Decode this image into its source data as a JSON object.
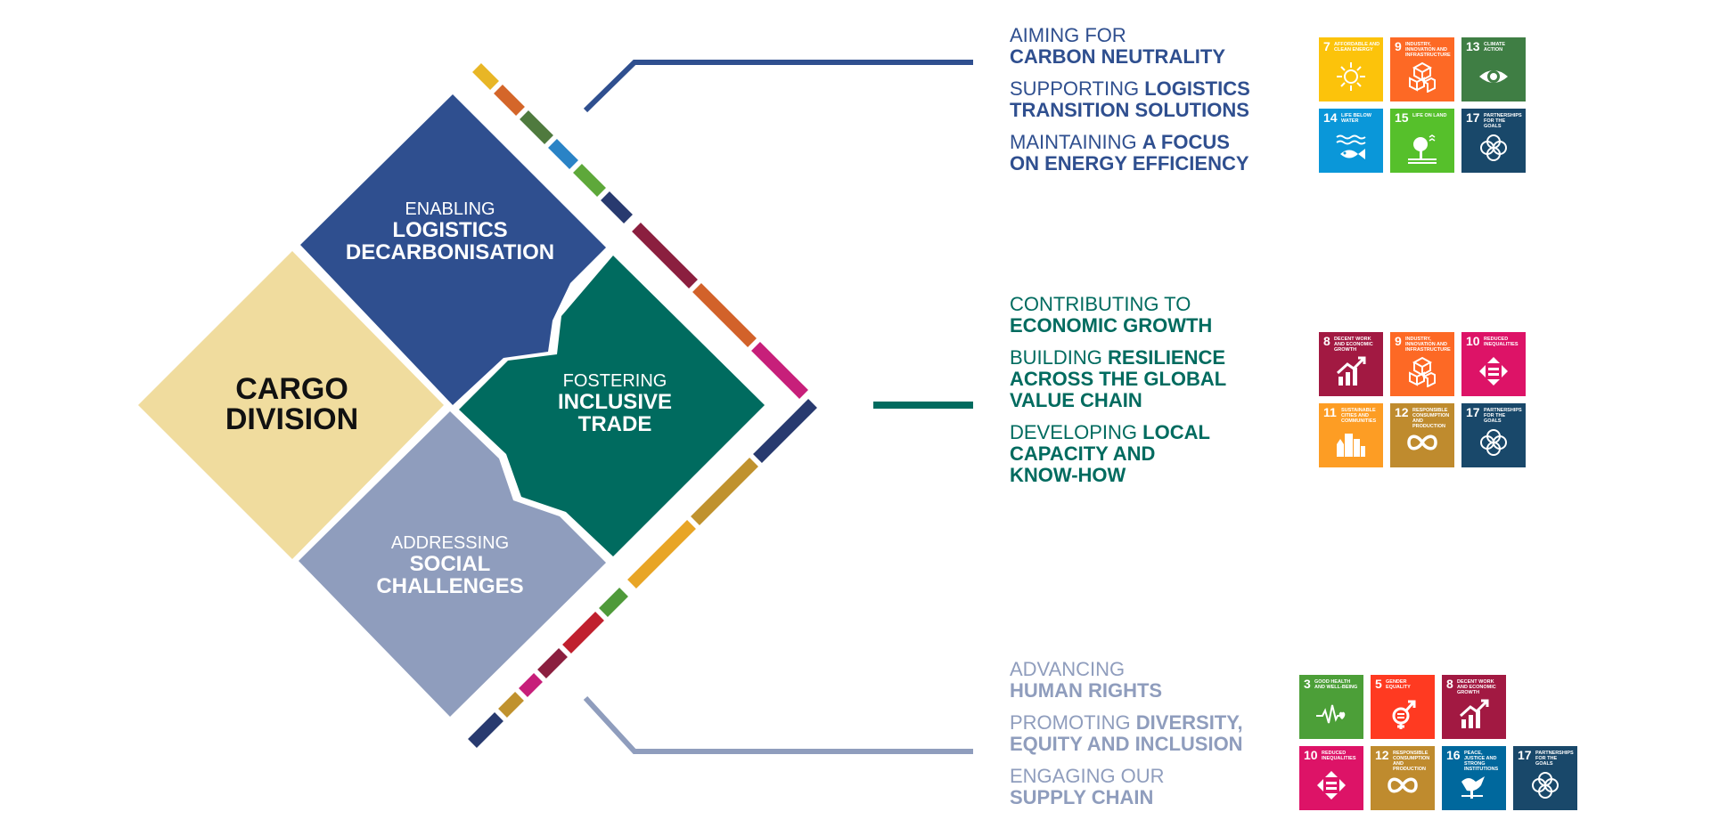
{
  "center": {
    "title_line1": "CARGO",
    "title_line2": "DIVISION"
  },
  "quadrants": {
    "top": {
      "light": "ENABLING",
      "bold_line1": "LOGISTICS",
      "bold_line2": "DECARBONISATION"
    },
    "right": {
      "light": "FOSTERING",
      "bold_line1": "INCLUSIVE",
      "bold_line2": "TRADE"
    },
    "bottom": {
      "light": "ADDRESSING",
      "bold_line1": "SOCIAL",
      "bold_line2": "CHALLENGES"
    }
  },
  "groups": [
    {
      "items": [
        {
          "l1_light": "AIMING FOR",
          "l1_bold": "",
          "l2": "CARBON NEUTRALITY",
          "l3": ""
        },
        {
          "l1_light": "SUPPORTING ",
          "l1_bold": "LOGISTICS",
          "l2": "TRANSITION SOLUTIONS",
          "l3": ""
        },
        {
          "l1_light": "MAINTAINING ",
          "l1_bold": "A FOCUS",
          "l2": "ON ENERGY EFFICIENCY",
          "l3": ""
        }
      ],
      "sdgs": [
        {
          "num": "7",
          "label": "AFFORDABLE AND CLEAN ENERGY",
          "color": "#fcc30b",
          "icon": "sun-icon"
        },
        {
          "num": "9",
          "label": "INDUSTRY, INNOVATION AND INFRASTRUCTURE",
          "color": "#fd6925",
          "icon": "cubes-icon"
        },
        {
          "num": "13",
          "label": "CLIMATE ACTION",
          "color": "#3f7e44",
          "icon": "eye-globe-icon"
        },
        {
          "num": "14",
          "label": "LIFE BELOW WATER",
          "color": "#0a97d9",
          "icon": "fish-icon"
        },
        {
          "num": "15",
          "label": "LIFE ON LAND",
          "color": "#56c02b",
          "icon": "tree-icon"
        },
        {
          "num": "17",
          "label": "PARTNERSHIPS FOR THE GOALS",
          "color": "#19486a",
          "icon": "rings-icon"
        }
      ]
    },
    {
      "items": [
        {
          "l1_light": "CONTRIBUTING TO",
          "l1_bold": "",
          "l2": "ECONOMIC GROWTH",
          "l3": ""
        },
        {
          "l1_light": "BUILDING ",
          "l1_bold": "RESILIENCE",
          "l2": "ACROSS THE GLOBAL",
          "l3": "VALUE CHAIN"
        },
        {
          "l1_light": "DEVELOPING ",
          "l1_bold": "LOCAL",
          "l2": "CAPACITY AND",
          "l3": "KNOW-HOW"
        }
      ],
      "sdgs": [
        {
          "num": "8",
          "label": "DECENT WORK AND ECONOMIC GROWTH",
          "color": "#a21942",
          "icon": "growth-chart-icon"
        },
        {
          "num": "9",
          "label": "INDUSTRY, INNOVATION AND INFRASTRUCTURE",
          "color": "#fd6925",
          "icon": "cubes-icon"
        },
        {
          "num": "10",
          "label": "REDUCED INEQUALITIES",
          "color": "#dd1367",
          "icon": "equal-icon"
        },
        {
          "num": "11",
          "label": "SUSTAINABLE CITIES AND COMMUNITIES",
          "color": "#fd9d24",
          "icon": "buildings-icon"
        },
        {
          "num": "12",
          "label": "RESPONSIBLE CONSUMPTION AND PRODUCTION",
          "color": "#bf8b2e",
          "icon": "infinity-icon"
        },
        {
          "num": "17",
          "label": "PARTNERSHIPS FOR THE GOALS",
          "color": "#19486a",
          "icon": "rings-icon"
        }
      ]
    },
    {
      "items": [
        {
          "l1_light": "ADVANCING",
          "l1_bold": "",
          "l2": "HUMAN RIGHTS",
          "l3": ""
        },
        {
          "l1_light": "PROMOTING ",
          "l1_bold": "DIVERSITY,",
          "l2": "EQUITY AND INCLUSION",
          "l3": ""
        },
        {
          "l1_light": "ENGAGING OUR",
          "l1_bold": "",
          "l2": "SUPPLY CHAIN",
          "l3": ""
        }
      ],
      "sdgs": [
        {
          "num": "3",
          "label": "GOOD HEALTH AND WELL-BEING",
          "color": "#4c9f38",
          "icon": "heartbeat-icon"
        },
        {
          "num": "5",
          "label": "GENDER EQUALITY",
          "color": "#ff3a21",
          "icon": "gender-icon"
        },
        {
          "num": "8",
          "label": "DECENT WORK AND ECONOMIC GROWTH",
          "color": "#a21942",
          "icon": "growth-chart-icon"
        },
        {
          "num": "10",
          "label": "REDUCED INEQUALITIES",
          "color": "#dd1367",
          "icon": "equal-icon"
        },
        {
          "num": "12",
          "label": "RESPONSIBLE CONSUMPTION AND PRODUCTION",
          "color": "#bf8b2e",
          "icon": "infinity-icon"
        },
        {
          "num": "16",
          "label": "PEACE, JUSTICE AND STRONG INSTITUTIONS",
          "color": "#00689d",
          "icon": "dove-icon"
        },
        {
          "num": "17",
          "label": "PARTNERSHIPS FOR THE GOALS",
          "color": "#19486a",
          "icon": "rings-icon"
        }
      ]
    }
  ],
  "colors": {
    "cargo": "#f0dc9e",
    "top": "#2f4f8f",
    "right": "#006b5f",
    "bottom": "#8f9dbd"
  }
}
